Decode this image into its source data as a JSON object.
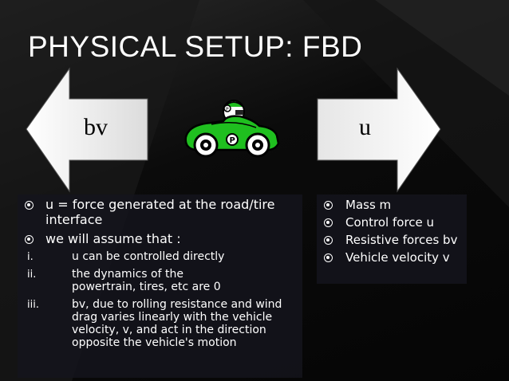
{
  "slide": {
    "title": "PHYSICAL SETUP: FBD",
    "arrow_left_label": "bv",
    "arrow_right_label": "u",
    "car_label": "P"
  },
  "left_panel": {
    "bullet1_line1": "u = force generated at the road/tire",
    "bullet1_line2": "interface",
    "bullet2": "we will assume that :",
    "items": [
      {
        "num": "i.",
        "lines": [
          "u can be controlled directly"
        ]
      },
      {
        "num": "ii.",
        "lines": [
          "the dynamics of the",
          "powertrain, tires, etc are 0"
        ]
      },
      {
        "num": "iii.",
        "lines": [
          "bv, due to rolling resistance and wind",
          "drag varies linearly with the vehicle",
          "velocity, v, and act in the direction",
          "opposite the vehicle's motion"
        ]
      }
    ]
  },
  "right_panel": {
    "items": [
      "Mass m",
      "Control force u",
      "Resistive forces bv",
      "Vehicle velocity v"
    ]
  },
  "colors": {
    "car_green": "#1fbf1f",
    "arrow_fill": "#e8e8e8"
  }
}
